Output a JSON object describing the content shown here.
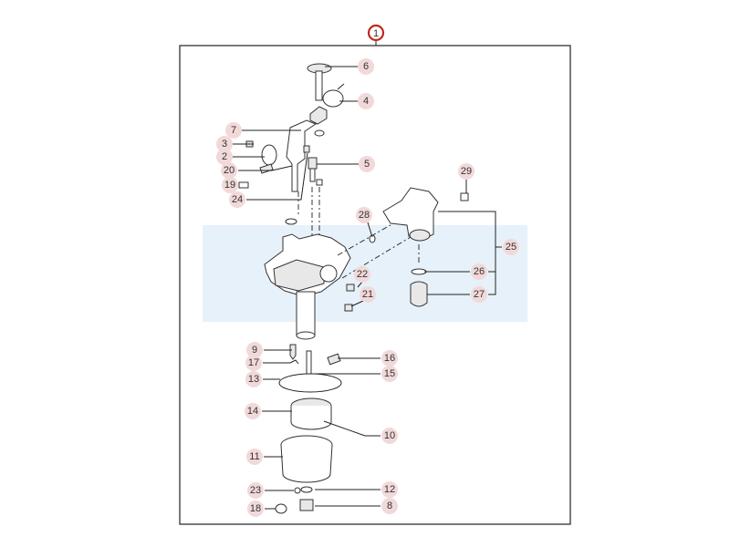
{
  "diagram": {
    "assembly_label": "1",
    "callouts": {
      "c2": "2",
      "c3": "3",
      "c4": "4",
      "c5": "5",
      "c6": "6",
      "c7": "7",
      "c8": "8",
      "c9": "9",
      "c10": "10",
      "c11": "11",
      "c12": "12",
      "c13": "13",
      "c14": "14",
      "c15": "15",
      "c16": "16",
      "c17": "17",
      "c18": "18",
      "c19": "19",
      "c20": "20",
      "c21": "21",
      "c22": "22",
      "c23": "23",
      "c24": "24",
      "c25": "25",
      "c26": "26",
      "c27": "27",
      "c28": "28",
      "c29": "29"
    },
    "colors": {
      "assembly_ring": "#c0281e",
      "callout_bubble": "#f2d9d9",
      "band": "#e6f1fa"
    }
  }
}
